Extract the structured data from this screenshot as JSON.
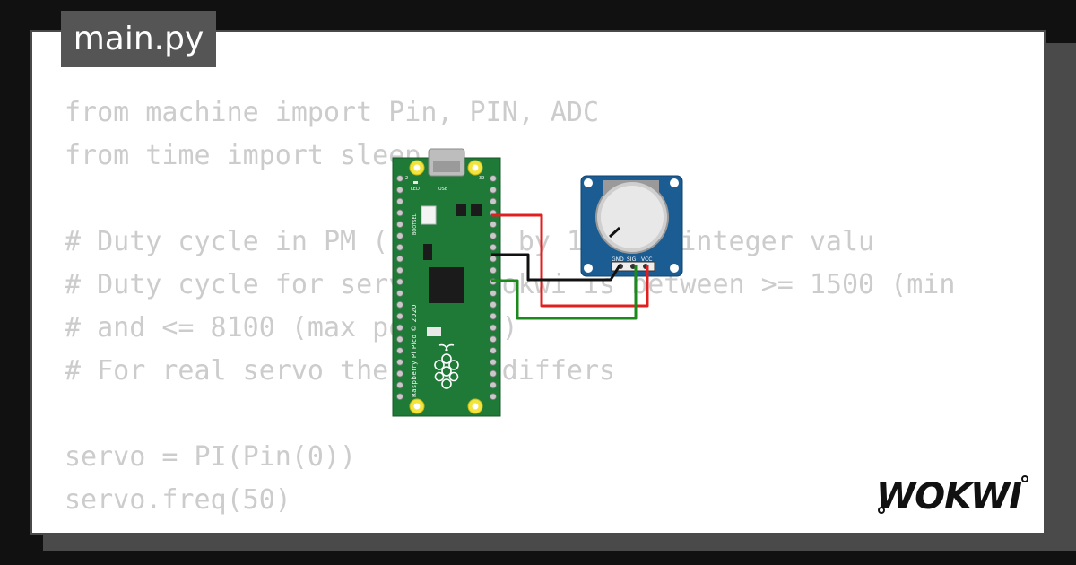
{
  "file_tab": {
    "title": "main.py"
  },
  "code": {
    "lines": [
      "from machine import Pin, PIN, ADC",
      "from time import sleep",
      "",
      "# Duty cycle in PM ( is set by 16 bit integer valu",
      "# Duty cycle for servo in wokwi is between >= 1500 (min",
      "# and <= 8100 (max position)",
      "# For real servo the value differs",
      "",
      "servo = PI(Pin(0))",
      "servo.freq(50)"
    ]
  },
  "board": {
    "usb_label": "USB",
    "led_label": "LED",
    "bootsel_label": "BOOTSEL",
    "silk_text": "Raspberry Pi Pico © 2020",
    "pin_1": "2",
    "pin_39": "39"
  },
  "potentiometer": {
    "pins": [
      "GND",
      "SIG",
      "VCC"
    ]
  },
  "wires": {
    "colors": {
      "vcc": "#e02020",
      "gnd": "#111111",
      "sig": "#1a8a1a"
    }
  },
  "brand": {
    "logo_text": "WOKWI"
  },
  "colors": {
    "background": "#111111",
    "card": "#ffffff",
    "pcb": "#1f7a38",
    "pot_board": "#1b5d92"
  }
}
